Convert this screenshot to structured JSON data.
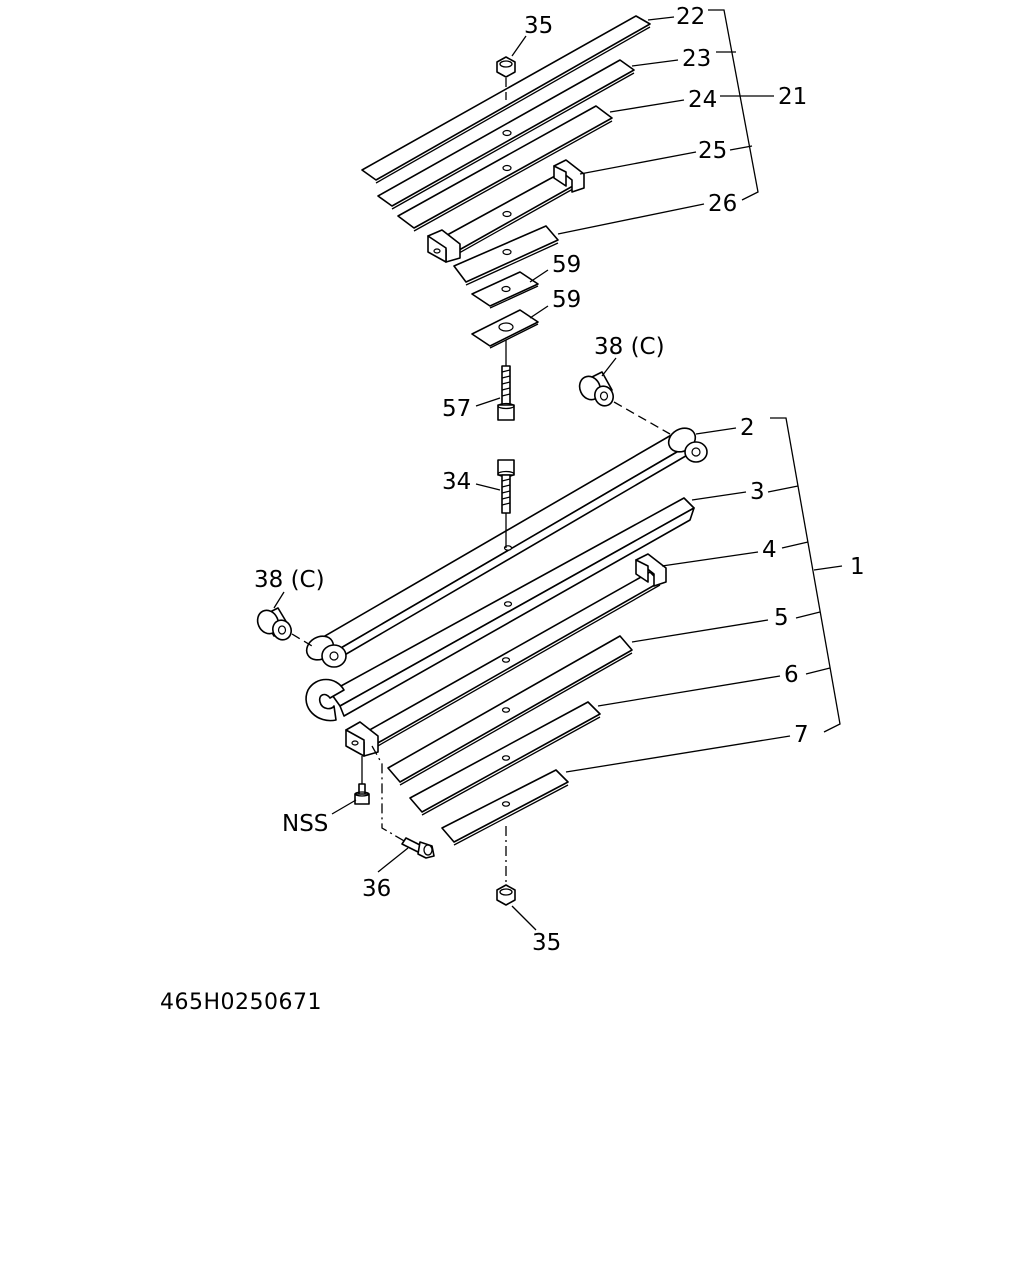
{
  "callouts": {
    "c35_top": "35",
    "c22": "22",
    "c23": "23",
    "c24": "24",
    "c21": "21",
    "c25": "25",
    "c26": "26",
    "c59_a": "59",
    "c59_b": "59",
    "c38_right": "38 (C)",
    "c57": "57",
    "c2": "2",
    "c34": "34",
    "c3": "3",
    "c4": "4",
    "c1": "1",
    "c38_left": "38 (C)",
    "c5": "5",
    "c6": "6",
    "c7": "7",
    "cNSS": "NSS",
    "c36": "36",
    "c35_bottom": "35"
  },
  "drawing_number": "465H0250671"
}
